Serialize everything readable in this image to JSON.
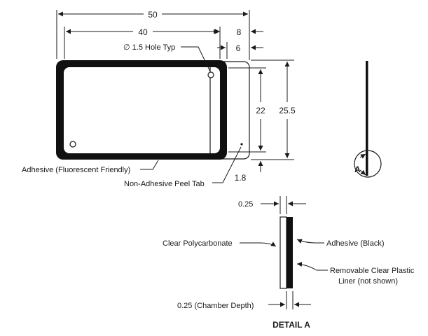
{
  "dimensions": {
    "overall_width": "50",
    "adhesive_width": "40",
    "tab_width": "8",
    "tab_gap": "6",
    "inner_height": "22",
    "overall_height": "25.5",
    "tab_offset": "1.8",
    "polycarbonate_thickness": "0.25",
    "chamber_depth": "0.25 (Chamber Depth)"
  },
  "notes": {
    "hole": "1.5 Hole Typ",
    "diameter_symbol": "∅",
    "adhesive_fluorescent": "Adhesive (Fluorescent Friendly)",
    "peel_tab": "Non-Adhesive Peel Tab",
    "clear_polycarbonate": "Clear Polycarbonate",
    "adhesive_black": "Adhesive (Black)",
    "liner_line1": "Removable Clear Plastic",
    "liner_line2": "Liner (not shown)"
  },
  "detail": {
    "callout_letter": "A",
    "title": "DETAIL A"
  },
  "colors": {
    "ink": "#1a1a1a",
    "adhesive": "#111111",
    "background": "#ffffff"
  }
}
